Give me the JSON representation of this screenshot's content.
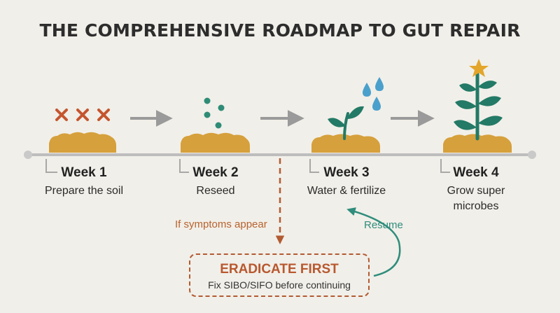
{
  "title": "THE COMPREHENSIVE ROADMAP TO GUT REPAIR",
  "weeks": [
    {
      "label": "Week 1",
      "description": "Prepare the soil"
    },
    {
      "label": "Week 2",
      "description": "Reseed"
    },
    {
      "label": "Week 3",
      "description": "Water & fertilize"
    },
    {
      "label": "Week 4",
      "description": "Grow super microbes"
    }
  ],
  "branch": {
    "condition": "If symptoms appear",
    "box_title": "ERADICATE FIRST",
    "box_subtitle": "Fix SIBO/SIFO before continuing",
    "return_label": "Resume"
  },
  "colors": {
    "background": "#f1efe9",
    "soil": "#d6a03c",
    "timeline": "#bfbfbf",
    "x_marks": "#c4552e",
    "seeds": "#2e8c76",
    "plant": "#237a66",
    "water": "#4aa0cc",
    "star": "#e3a52a",
    "branch": "#b25b32",
    "resume": "#2f8d7c"
  },
  "icons": [
    "x-mark-icon",
    "seed-icon",
    "sprout-icon",
    "water-drop-icon",
    "plant-icon",
    "star-icon"
  ]
}
